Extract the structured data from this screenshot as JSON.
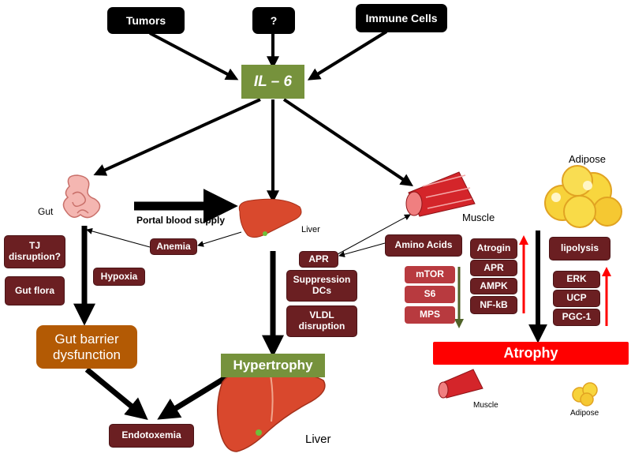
{
  "sources": {
    "tumors": "Tumors",
    "unknown": "?",
    "immune": "Immune Cells"
  },
  "il6": "IL – 6",
  "gut": {
    "label": "Gut",
    "tj": "TJ\ndisruption?",
    "flora": "Gut flora",
    "hypoxia": "Hypoxia",
    "barrier": "Gut barrier\ndysfunction",
    "endotoxemia": "Endotoxemia"
  },
  "portal": "Portal blood supply",
  "anemia": "Anemia",
  "liver": {
    "label_small": "Liver",
    "apr": "APR",
    "suppression": "Suppression\nDCs",
    "vldl": "VLDL\ndisruption",
    "hypertrophy": "Hypertrophy",
    "label_large": "Liver"
  },
  "muscle": {
    "label": "Muscle",
    "amino": "Amino Acids",
    "down": [
      "mTOR",
      "S6",
      "MPS"
    ],
    "up": [
      "Atrogin",
      "APR",
      "AMPK",
      "NF-kB"
    ],
    "label_small": "Muscle"
  },
  "adipose": {
    "label": "Adipose",
    "lipolysis": "lipolysis",
    "up": [
      "ERK",
      "UCP",
      "PGC-1"
    ],
    "label_small": "Adipose"
  },
  "atrophy": "Atrophy",
  "colors": {
    "green": "#76923c",
    "maroon": "#6b1f22",
    "red": "#ff0000",
    "brown": "#b35a04",
    "dark_green": "#4f6228"
  }
}
